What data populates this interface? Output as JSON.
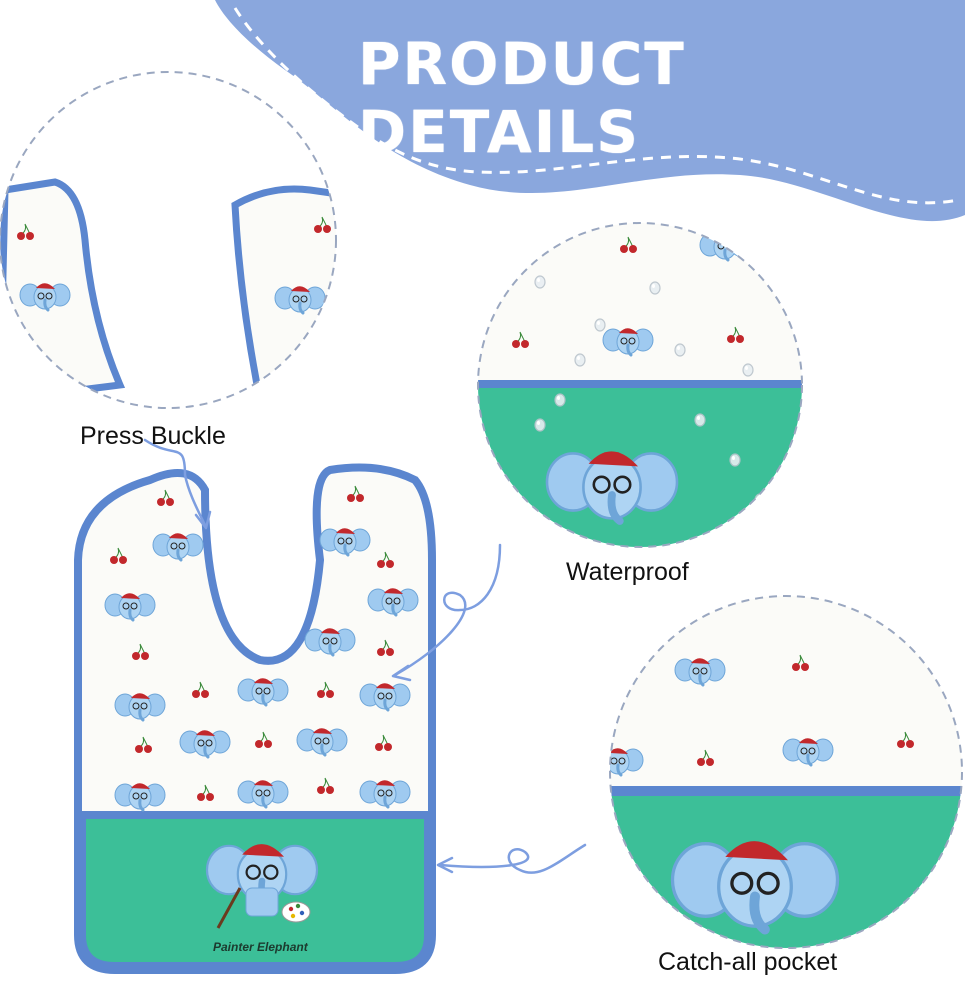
{
  "header": {
    "title": "PRODUCT DETAILS"
  },
  "features": [
    {
      "label": "Press Buckle"
    },
    {
      "label": "Waterproof"
    },
    {
      "label": "Catch-all pocket"
    }
  ],
  "bib": {
    "brand_text": "Painter Elephant"
  },
  "colors": {
    "banner_blue": "#8aa7dd",
    "trim_blue": "#5b86cf",
    "pocket_green": "#3cbf98",
    "bib_white": "#fbfbf8",
    "beret_red": "#c2282c",
    "elephant_blue": "#9fcaf0"
  },
  "icons": [
    "elephant-icon",
    "cherry-icon",
    "arrow-icon",
    "water-drop-icon"
  ]
}
